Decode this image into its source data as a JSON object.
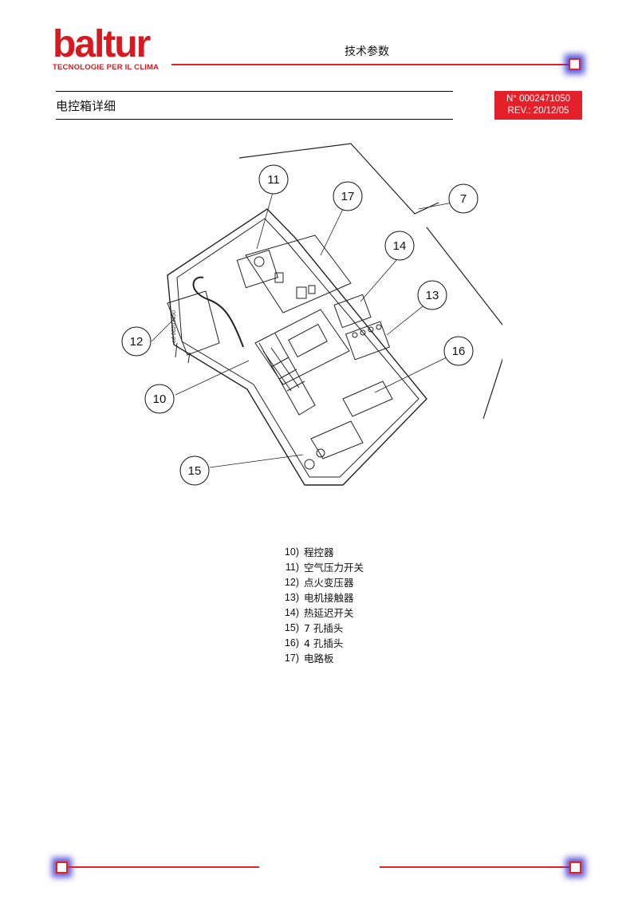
{
  "header": {
    "logo_text": "baltur",
    "logo_tagline": "TECNOLOGIE PER IL CLIMA",
    "title": "技术参数"
  },
  "section": {
    "title": "电控箱详细",
    "doc_number": "N° 0002471050",
    "revision": "REV.: 20/12/05"
  },
  "diagram": {
    "side_code": "ed 00203450",
    "callouts": [
      "11",
      "17",
      "7",
      "14",
      "13",
      "12",
      "16",
      "10",
      "15"
    ]
  },
  "parts": [
    {
      "num": "10)",
      "label": "程控器"
    },
    {
      "num": "11)",
      "label": "空气压力开关"
    },
    {
      "num": "12)",
      "label": "点火变压器"
    },
    {
      "num": "13)",
      "label": "电机接触器"
    },
    {
      "num": "14)",
      "label": "热延迟开关"
    },
    {
      "num": "15)",
      "label": "7 孔插头"
    },
    {
      "num": "16)",
      "label": "4 孔插头"
    },
    {
      "num": "17)",
      "label": "电路板"
    }
  ],
  "colors": {
    "brand_red": "#e4202b",
    "corner_glow": "#3c3cd2"
  }
}
